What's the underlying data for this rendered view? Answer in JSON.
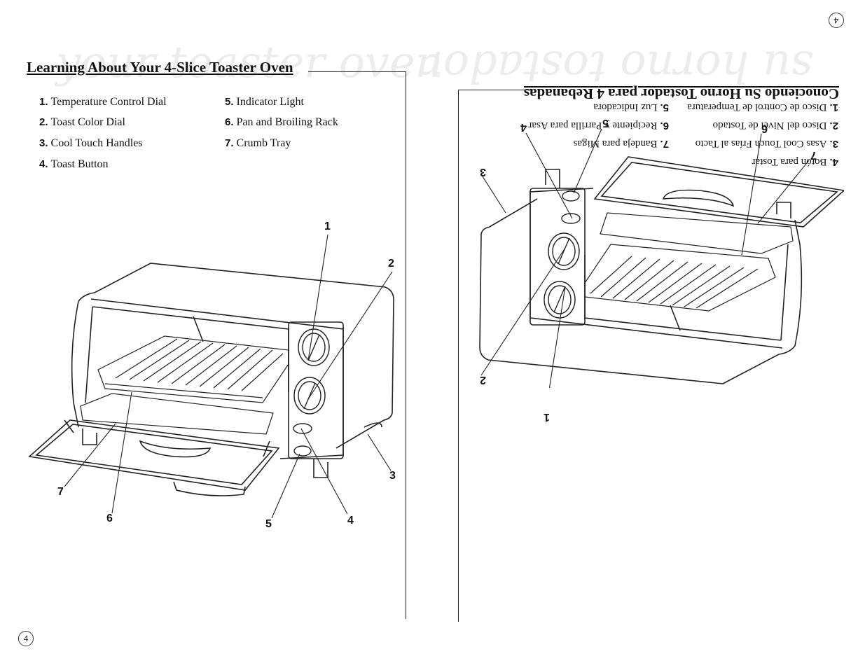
{
  "left_page": {
    "watermark": "your toaster oven",
    "title": "Learning About Your 4-Slice Toaster Oven",
    "items": [
      {
        "num": "1.",
        "label": "Temperature Control Dial"
      },
      {
        "num": "2.",
        "label": "Toast Color Dial"
      },
      {
        "num": "3.",
        "label": "Cool Touch Handles"
      },
      {
        "num": "4.",
        "label": "Toast Button"
      },
      {
        "num": "5.",
        "label": "Indicator Light"
      },
      {
        "num": "6.",
        "label": "Pan and Broiling Rack"
      },
      {
        "num": "7.",
        "label": "Crumb Tray"
      }
    ],
    "callouts": [
      "1",
      "2",
      "3",
      "4",
      "5",
      "6",
      "7"
    ],
    "page_number": "4"
  },
  "right_page": {
    "watermark": "su horno tostador",
    "title": "Conociendo Su Horno Tostador para 4 Rebanadas",
    "items": [
      {
        "num": "1.",
        "label": "Disco de Control de Temperatura"
      },
      {
        "num": "2.",
        "label": "Disco del Nivel de Tostado"
      },
      {
        "num": "3.",
        "label": "Asas Cool Touch Frías al Tacto"
      },
      {
        "num": "4.",
        "label": "Botón para Tostar"
      },
      {
        "num": "5.",
        "label": "Luz Indicadora"
      },
      {
        "num": "6.",
        "label": "Recipiente y Parrilla para Asar"
      },
      {
        "num": "7.",
        "label": "Bandeja para Migas"
      }
    ],
    "callouts": [
      "1",
      "2",
      "3",
      "4",
      "5",
      "6",
      "7"
    ],
    "page_number": "4"
  }
}
